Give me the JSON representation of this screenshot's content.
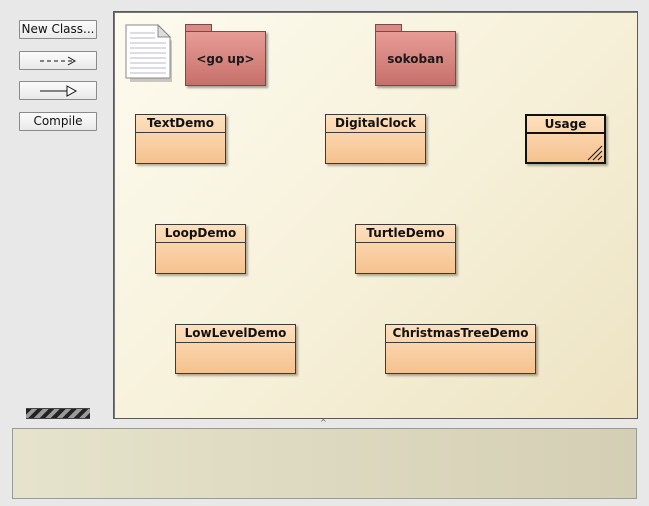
{
  "toolbar": {
    "new_class_label": "New Class...",
    "uses_arrow_icon": "dashed-arrow-icon",
    "inherits_arrow_icon": "hollow-arrow-icon",
    "compile_label": "Compile"
  },
  "diagram": {
    "readme_icon": "document-icon",
    "packages": [
      {
        "name": "<go up>"
      },
      {
        "name": "sokoban"
      }
    ],
    "classes": [
      {
        "name": "TextDemo"
      },
      {
        "name": "DigitalClock"
      },
      {
        "name": "Usage",
        "selected": true
      },
      {
        "name": "LoopDemo"
      },
      {
        "name": "TurtleDemo"
      },
      {
        "name": "LowLevelDemo"
      },
      {
        "name": "ChristmasTreeDemo"
      }
    ]
  },
  "status": {
    "message": ""
  },
  "colors": {
    "package_fill": "#d98a84",
    "class_fill": "#f5c28f",
    "canvas_bg": "#f6f0d8"
  }
}
